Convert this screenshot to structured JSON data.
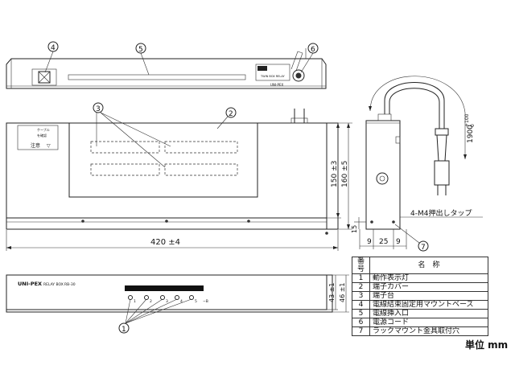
{
  "callouts": [
    "1",
    "2",
    "3",
    "4",
    "5",
    "6",
    "7"
  ],
  "dimensions": {
    "width": "420 ±4",
    "height_inner": "150 ±3",
    "height_outer": "160 ±5",
    "front_h1": "43 ±1",
    "front_h2": "46 ±1",
    "cord_length": "1900",
    "cord_tol_plus": "+100",
    "cord_tol_minus": "0",
    "side_9a": "9",
    "side_25": "25",
    "side_9b": "9",
    "side_15": "15",
    "tap_note": "4-M4押出しタップ"
  },
  "front_panel": {
    "brand": "UNI-PEX",
    "model_text": "RELAY BOX",
    "model_no": "RB-30",
    "terminal_labels": [
      "1",
      "2",
      "3",
      "4",
      "5",
      "−B"
    ]
  },
  "top_label": {
    "line1": "TWIN BOX RELAY",
    "line2": "UNI-PEX"
  },
  "warning_label": {
    "line1": "注意",
    "line2": "ケーブル",
    "line3": "を確認",
    "mark": "▽"
  },
  "parts_table": {
    "header_no": "番号",
    "header_name": "名　称",
    "rows": [
      {
        "no": "1",
        "name": "動作表示灯"
      },
      {
        "no": "2",
        "name": "端子カバー"
      },
      {
        "no": "3",
        "name": "端子台"
      },
      {
        "no": "4",
        "name": "電線結束固定用マウントベース"
      },
      {
        "no": "5",
        "name": "電線挿入口"
      },
      {
        "no": "6",
        "name": "電源コード"
      },
      {
        "no": "7",
        "name": "ラックマウント金具取付穴"
      }
    ]
  },
  "unit_label": "単位 mm"
}
